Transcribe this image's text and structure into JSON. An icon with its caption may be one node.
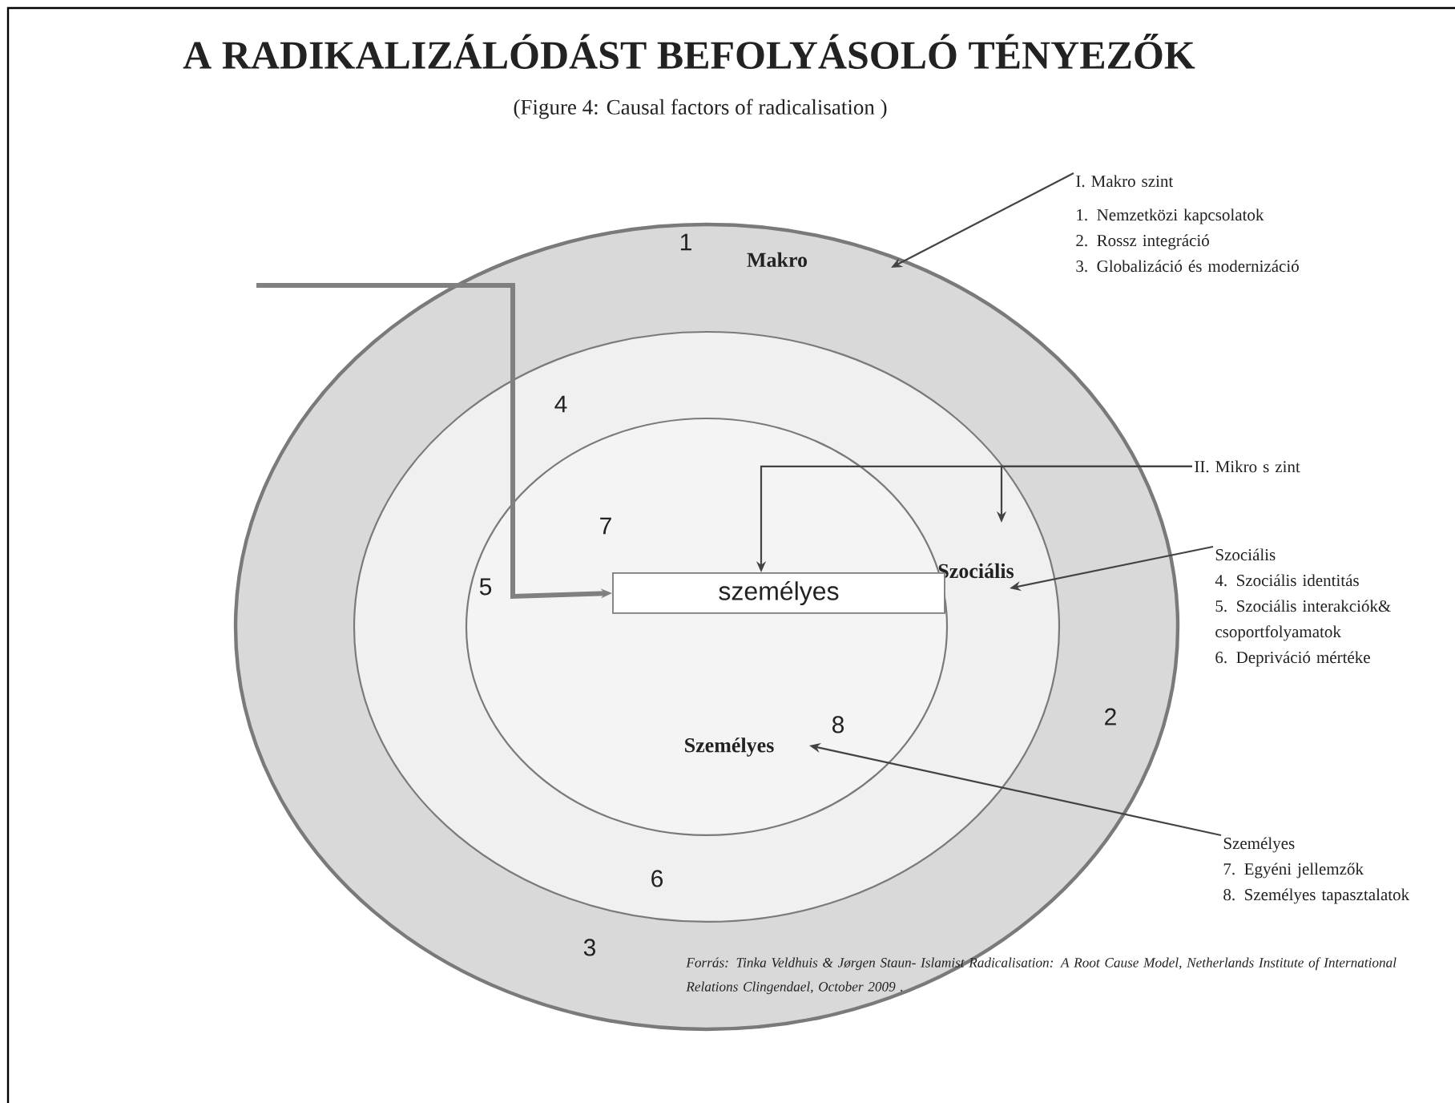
{
  "diagram": {
    "title": "A RADIKALIZÁLÓDÁST  BEFOLYÁSOLÓ  TÉNYEZŐK",
    "caption": "(Figure 4: Causal factors of radicalisation )",
    "nodes": [
      {
        "text": [
          "Makro"
        ]
      },
      {
        "text": [
          "Szociális"
        ],
        "in": 0
      },
      {
        "text": [
          "Személyes"
        ],
        "in": 1
      },
      {
        "text": [
          "személyes"
        ],
        "in": 2
      },
      {
        "text": [
          "I. Makro szint",
          "1. Nemzetközi kapcsolatok",
          "2. Rossz integráció",
          "3. Globalizáció és modernizáció"
        ]
      },
      {
        "text": [
          "II. Mikro s zint"
        ]
      },
      {
        "text": [
          "Szociális",
          "4. Szociális identitás",
          "5. Szociális interakciók& csoportfolyamatok",
          "6. Depriváció mértéke"
        ]
      },
      {
        "text": [
          "Személyes",
          "7. Egyéni jellemzők",
          "8. Személyes tapasztalatok"
        ]
      }
    ],
    "edges": [
      {
        "from": null,
        "to": 3,
        "arrow": "to",
        "style": "thick",
        "color": "#808080"
      },
      {
        "from": 4,
        "to": 0,
        "arrow": "to"
      },
      {
        "from": 5,
        "to": 3,
        "arrow": "to"
      },
      {
        "from": 5,
        "to": 1,
        "arrow": "to"
      },
      {
        "from": 6,
        "to": 1,
        "arrow": "to"
      },
      {
        "from": 7,
        "to": 2,
        "arrow": "to"
      }
    ],
    "labels": [
      "1",
      "4",
      "7",
      "5",
      "8",
      "2",
      "6",
      "3",
      "Forrás: Tinka Veldhuis & Jørgen Staun- Islamist Radicalisation: A Root Cause Model, Netherlands Institute of International Relations Clingendael, October 2009 ."
    ]
  }
}
